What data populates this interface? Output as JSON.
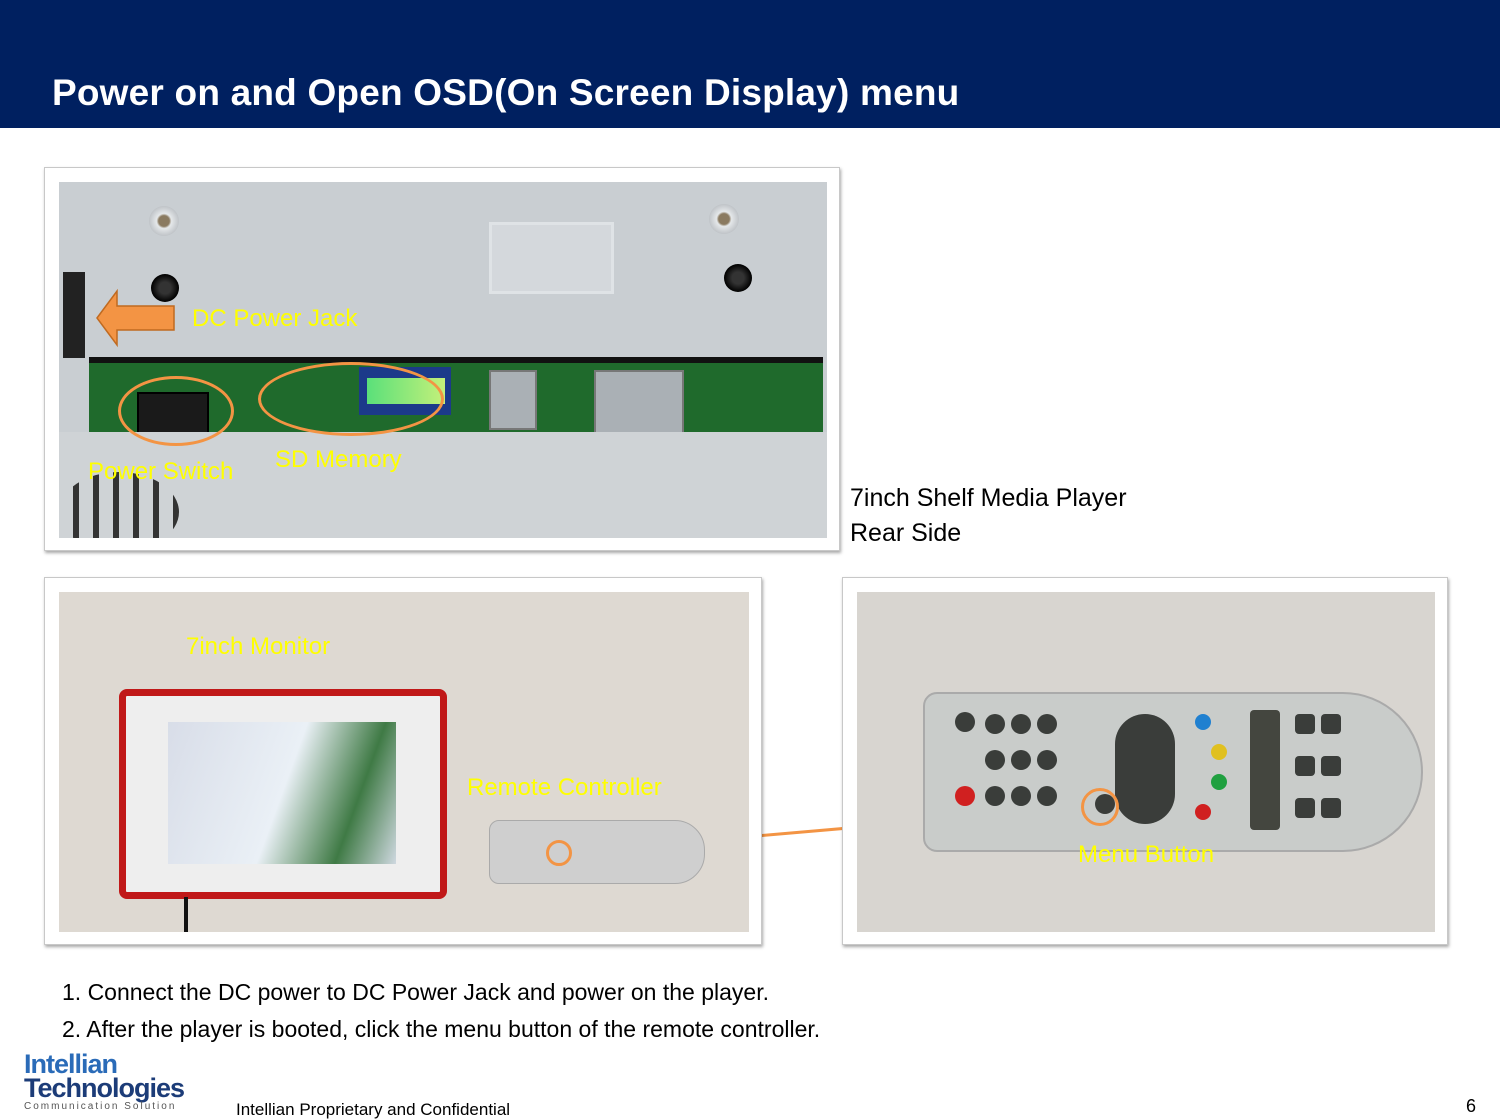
{
  "header": {
    "title": "Power on and Open OSD(On Screen Display) menu",
    "background_color": "#002060"
  },
  "figures": {
    "rear_side": {
      "labels": {
        "dc_power_jack": "DC Power Jack",
        "power_switch": "Power Switch",
        "sd_memory": "SD Memory"
      },
      "caption_line1": "7inch Shelf Media Player",
      "caption_line2": "Rear Side"
    },
    "monitor_remote": {
      "labels": {
        "monitor": "7inch Monitor",
        "remote": "Remote Controller"
      }
    },
    "remote_closeup": {
      "labels": {
        "menu_button": "Menu Button"
      }
    }
  },
  "annotation_colors": {
    "label_text": "#ffff00",
    "highlight": "#f39444"
  },
  "instructions": [
    "1. Connect the DC power to DC Power Jack and power on the player.",
    "2. After the player is booted, click the menu button of the remote controller."
  ],
  "footer": {
    "logo_line1": "Intellian",
    "logo_line2": "Technologies",
    "logo_tagline": "Communication Solution",
    "confidential": "Intellian Proprietary and Confidential",
    "page_number": "6"
  }
}
